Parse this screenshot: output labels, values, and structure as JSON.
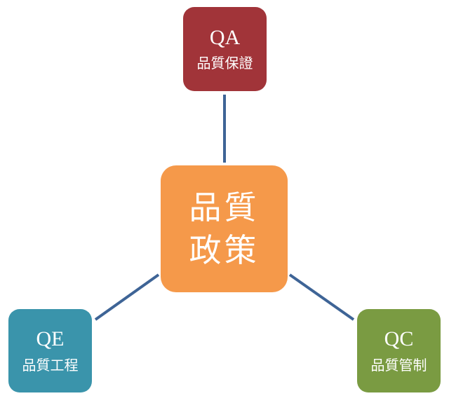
{
  "diagram": {
    "center": {
      "line1": "品質",
      "line2": "政策",
      "color": "#f5994a"
    },
    "nodes": {
      "qa": {
        "code": "QA",
        "label": "品質保證",
        "color": "#a13439"
      },
      "qe": {
        "code": "QE",
        "label": "品質工程",
        "color": "#3a94ab"
      },
      "qc": {
        "code": "QC",
        "label": "品質管制",
        "color": "#7a9b42"
      }
    },
    "connector_color": "#3e6496"
  }
}
